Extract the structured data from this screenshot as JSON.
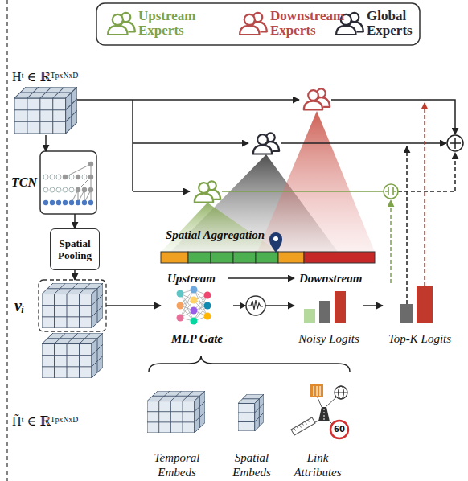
{
  "diagram": {
    "nodes": [
      {
        "text": [
          "Hᵗ ∈ ℝᵀᵖˣᴺˣᴰ"
        ]
      },
      {
        "text": [
          "TCN"
        ]
      },
      {
        "text": [
          "Spatial Aggregation"
        ]
      },
      {
        "text": [
          "Spatial Pooling"
        ]
      },
      {
        "text": [
          "vᵢ"
        ]
      },
      {
        "text": [
          "MLP Gate"
        ]
      },
      {
        "text": [
          "Noisy Logits"
        ]
      },
      {
        "text": [
          "Top-K Logits"
        ]
      },
      {
        "text": [
          "H̃ᵗ ∈ ℝᵀᵖˣᴺˣᴰ"
        ]
      },
      {
        "text": [
          "Temporal Embeds"
        ]
      },
      {
        "text": [
          "Spatial Embeds"
        ]
      },
      {
        "text": [
          "Link Attributes"
        ]
      }
    ],
    "edges": [
      {
        "from": 0,
        "to": 1,
        "arrow": "to"
      },
      {
        "from": 1,
        "to": 3,
        "arrow": "to"
      },
      {
        "from": 3,
        "to": 4,
        "arrow": "to"
      },
      {
        "from": 4,
        "to": 5,
        "arrow": "to"
      },
      {
        "from": 5,
        "to": 6,
        "arrow": "to"
      },
      {
        "from": 6,
        "to": 7,
        "arrow": "to"
      }
    ],
    "labels": [
      "Upstream",
      "Downstream",
      "60"
    ],
    "legend": [
      {
        "text": "Upstream Experts"
      },
      {
        "text": "Downstream Experts"
      },
      {
        "text": "Global Experts"
      }
    ]
  }
}
